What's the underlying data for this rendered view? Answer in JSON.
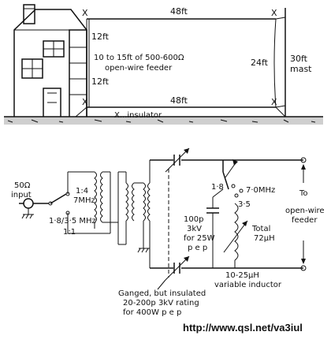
{
  "antenna": {
    "top_length": "48ft",
    "bottom_length": "48ft",
    "height_upper": "12ft",
    "height_lower": "12ft",
    "span_height": "24ft",
    "mast": [
      "30ft",
      "mast"
    ],
    "feeder_note": [
      "10 to 15ft of 500-600Ω",
      "open-wire feeder"
    ],
    "insulator_note": "X...insulator",
    "insulator_mark": "X"
  },
  "circuit": {
    "input": [
      "50Ω",
      "input"
    ],
    "balun_ratio": "1:4",
    "balun_freq": "7MHz",
    "low_band": [
      "1·8/3·5 MHz",
      "1:1"
    ],
    "switch_1_8": "1·8",
    "switch_7_0": "7·0MHz",
    "switch_3_5": "3·5",
    "capacitor": [
      "100p",
      "3kV",
      "for 25W",
      "p e p"
    ],
    "inductance_total": [
      "Total",
      "72μH"
    ],
    "output": [
      "To",
      "open-wire",
      "feeder"
    ],
    "ganged_note": [
      "Ganged, but insulated",
      "20-200p  3kV rating",
      "for 400W p e p"
    ],
    "inductor_note": [
      "10-25μH",
      "variable inductor"
    ]
  },
  "footer": {
    "url": "http://www.qsl.net/va3iul"
  }
}
